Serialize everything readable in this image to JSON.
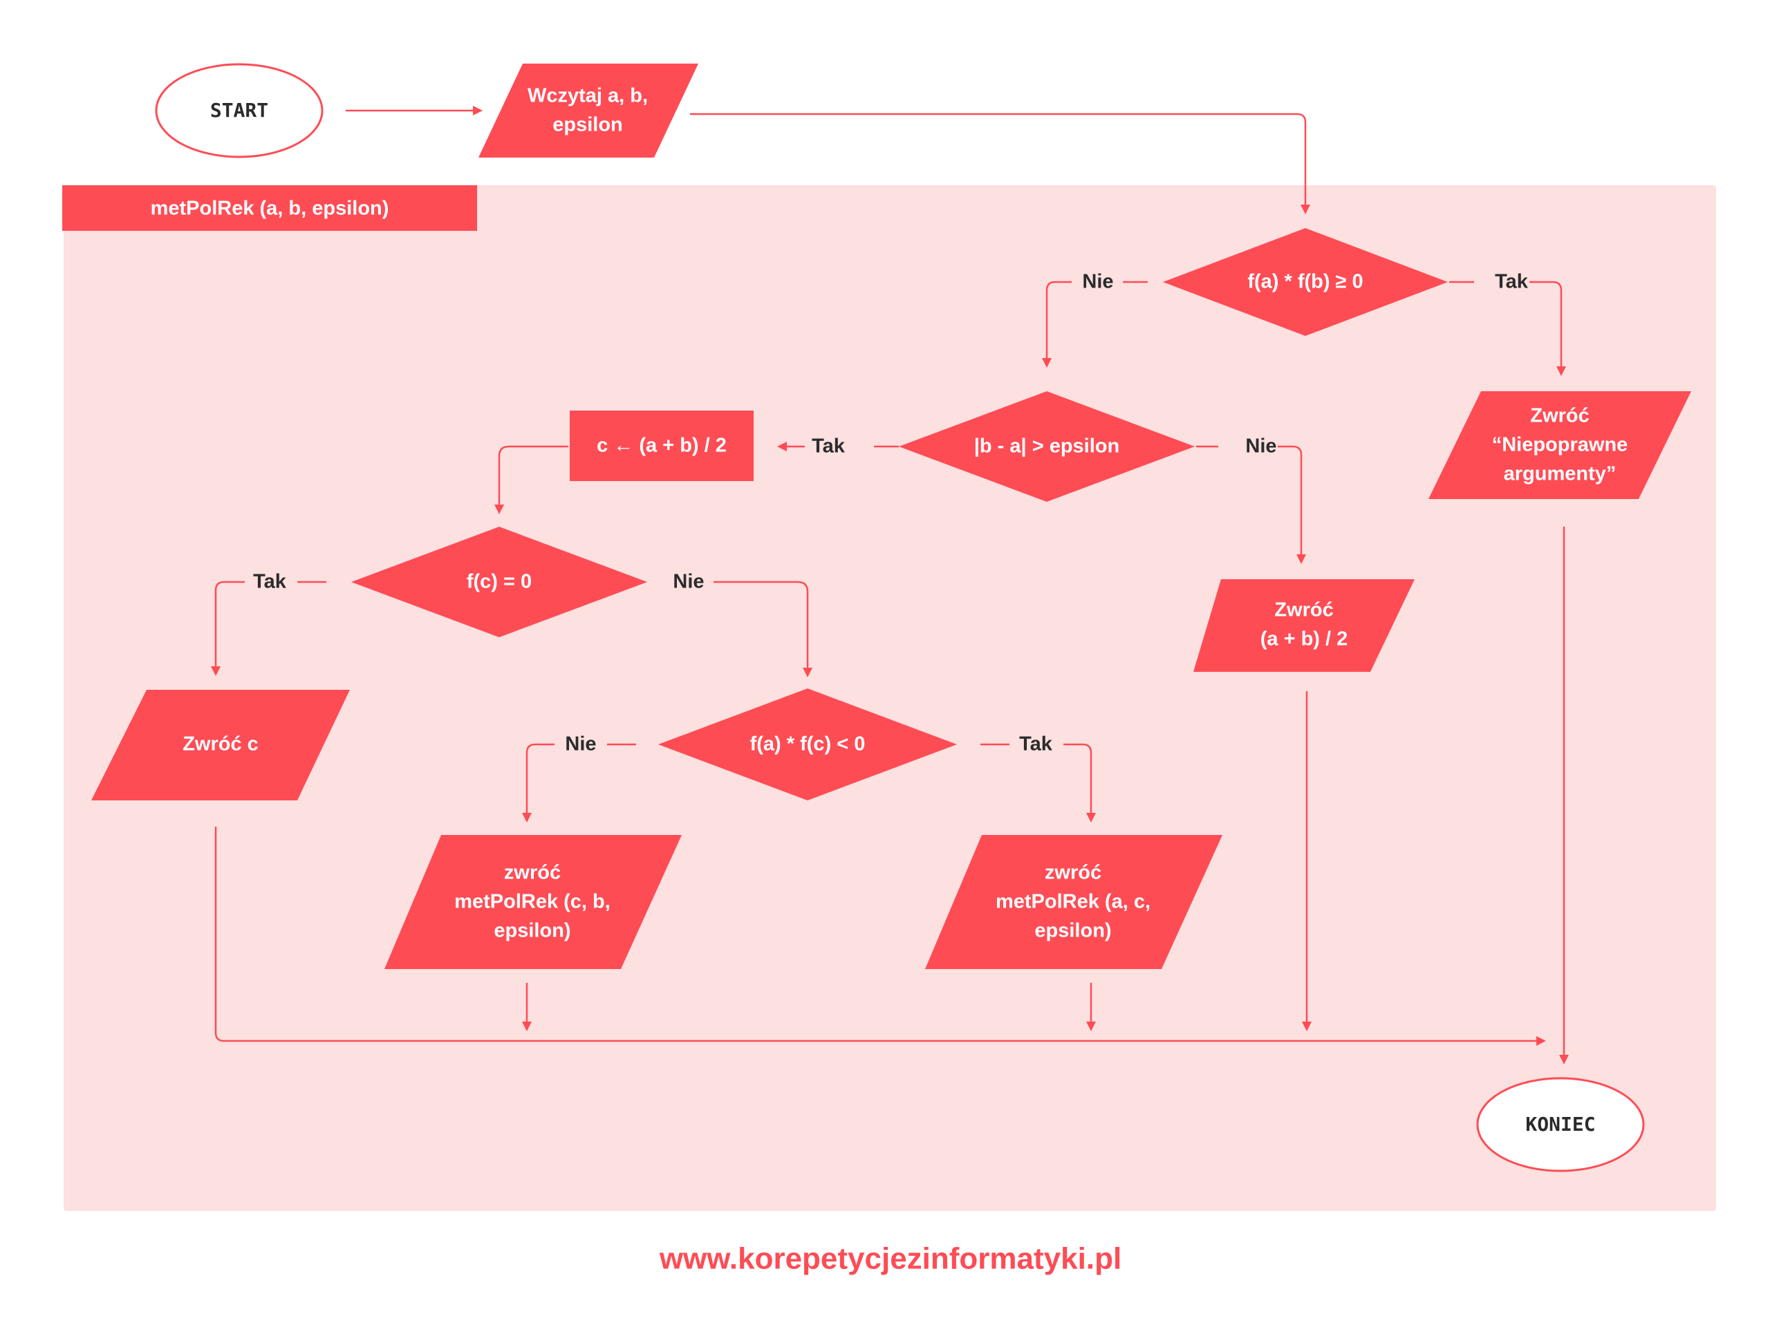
{
  "colors": {
    "accent": "#fe4c55",
    "panel_background": "#fde0e0",
    "text_dark": "#2b2b2b",
    "text_on_accent": "#ffffff"
  },
  "diagram": {
    "start_label": "START",
    "input_lines": [
      "Wczytaj a, b,",
      "epsilon"
    ],
    "function_header": "metPolRek (a, b, epsilon)",
    "cond_sign": "f(a) * f(b) ≥ 0",
    "cond_sign_no": "Nie",
    "cond_sign_yes": "Tak",
    "return_invalid_lines": [
      "Zwróć",
      "“Niepoprawne",
      "argumenty”"
    ],
    "cond_epsilon": "|b - a| > epsilon",
    "cond_epsilon_yes": "Tak",
    "cond_epsilon_no": "Nie",
    "assign_c": "c ← (a + b) / 2",
    "return_mid_lines": [
      "Zwróć",
      "(a + b) / 2"
    ],
    "cond_fc": "f(c) = 0",
    "cond_fc_yes": "Tak",
    "cond_fc_no": "Nie",
    "return_c": "Zwróć c",
    "cond_fafc": "f(a) * f(c) < 0",
    "cond_fafc_no": "Nie",
    "cond_fafc_yes": "Tak",
    "recurse_cb_lines": [
      "zwróć",
      "metPolRek (c, b,",
      "epsilon)"
    ],
    "recurse_ac_lines": [
      "zwróć",
      "metPolRek (a, c,",
      "epsilon)"
    ],
    "end_label": "KONIEC"
  },
  "footer": {
    "url": "www.korepetycjezinformatyki.pl"
  }
}
